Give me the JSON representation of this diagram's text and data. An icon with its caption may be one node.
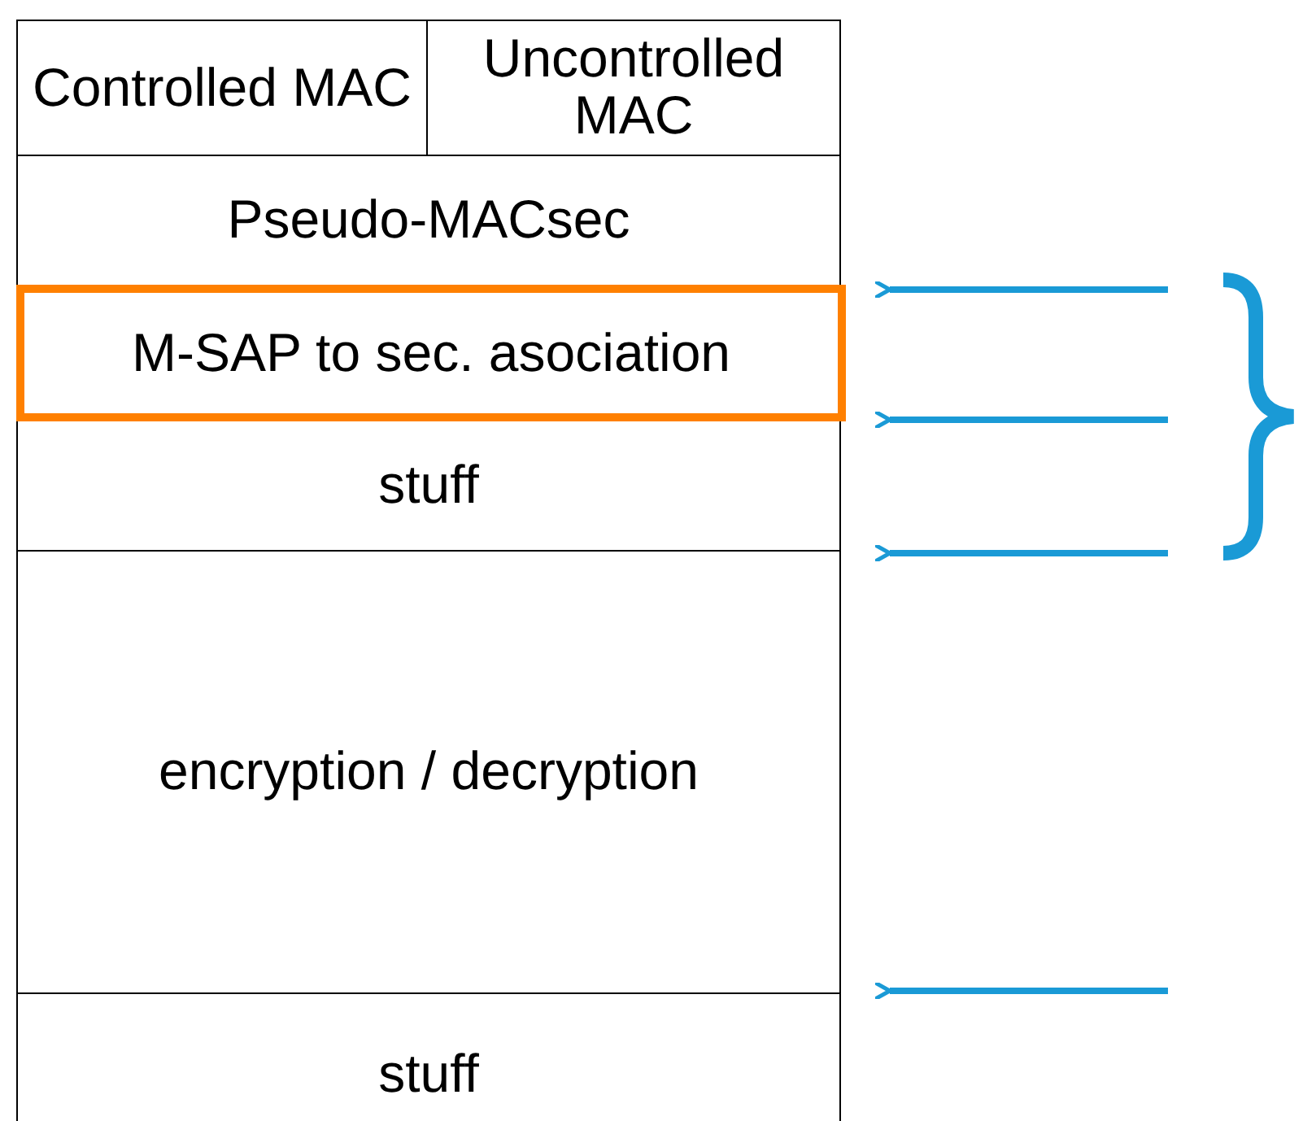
{
  "diagram": {
    "nodes": [
      {
        "text": [
          "Controlled MAC"
        ]
      },
      {
        "text": [
          "Uncontrolled MAC"
        ]
      },
      {
        "text": [
          "Pseudo-MACsec"
        ]
      },
      {
        "text": [
          "M-SAP to sec. asociation"
        ]
      },
      {
        "text": [
          "stuff"
        ]
      },
      {
        "text": [
          "encryption / decryption"
        ]
      },
      {
        "text": [
          "stuff"
        ]
      }
    ]
  }
}
